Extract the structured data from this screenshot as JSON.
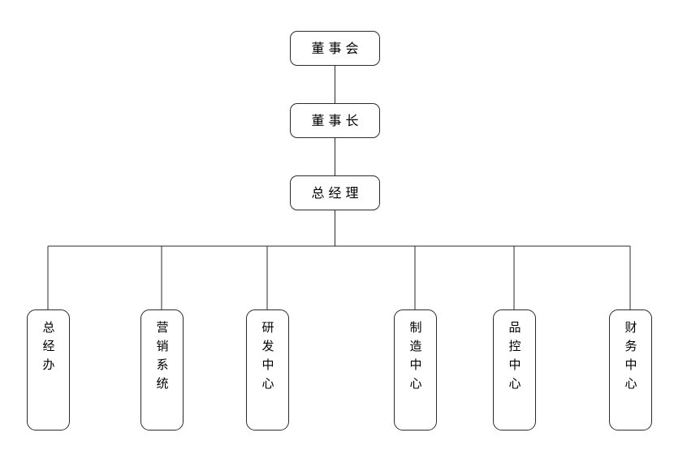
{
  "chart": {
    "type": "org-chart",
    "orientation": "top-down",
    "background_color": "#ffffff",
    "line_color": "#2b2b2b",
    "text_color": "#000000",
    "levels": [
      {
        "level": 1,
        "nodes": [
          {
            "id": "board",
            "label": "董事会",
            "shape": "rounded-rect",
            "text_direction": "horizontal"
          }
        ]
      },
      {
        "level": 2,
        "nodes": [
          {
            "id": "chairman",
            "label": "董事长",
            "shape": "rounded-rect",
            "text_direction": "horizontal"
          }
        ]
      },
      {
        "level": 3,
        "nodes": [
          {
            "id": "general-manager",
            "label": "总经理",
            "shape": "rounded-rect",
            "text_direction": "horizontal"
          }
        ]
      },
      {
        "level": 4,
        "nodes": [
          {
            "id": "gm-office",
            "label": "总经办",
            "shape": "rounded-rect",
            "text_direction": "vertical"
          },
          {
            "id": "marketing-system",
            "label": "营销系统",
            "shape": "rounded-rect",
            "text_direction": "vertical"
          },
          {
            "id": "rnd-center",
            "label": "研发中心",
            "shape": "rounded-rect",
            "text_direction": "vertical"
          },
          {
            "id": "manufacturing-center",
            "label": "制造中心",
            "shape": "rounded-rect",
            "text_direction": "vertical"
          },
          {
            "id": "quality-control-center",
            "label": "品控中心",
            "shape": "rounded-rect",
            "text_direction": "vertical"
          },
          {
            "id": "finance-center",
            "label": "财务中心",
            "shape": "rounded-rect",
            "text_direction": "vertical"
          }
        ]
      }
    ],
    "edges": [
      {
        "from": "board",
        "to": "chairman"
      },
      {
        "from": "chairman",
        "to": "general-manager"
      },
      {
        "from": "general-manager",
        "to": "gm-office"
      },
      {
        "from": "general-manager",
        "to": "marketing-system"
      },
      {
        "from": "general-manager",
        "to": "rnd-center"
      },
      {
        "from": "general-manager",
        "to": "manufacturing-center"
      },
      {
        "from": "general-manager",
        "to": "quality-control-center"
      },
      {
        "from": "general-manager",
        "to": "finance-center"
      }
    ]
  }
}
